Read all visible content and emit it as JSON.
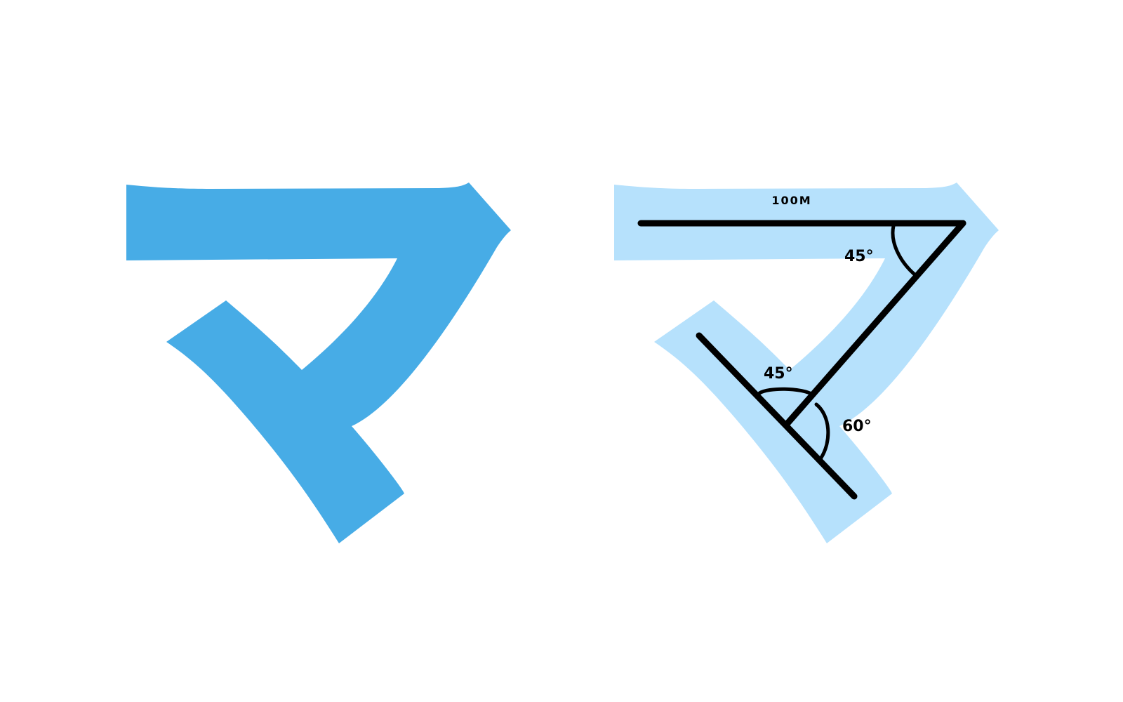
{
  "colors": {
    "background": "#ffffff",
    "glyph_solid": "#47ace6",
    "glyph_light": "#b6e1fc",
    "stroke_lines": "#000000"
  },
  "annotations": {
    "length": "100M",
    "angle_top": "45°",
    "angle_left": "45°",
    "angle_right": "60°"
  }
}
